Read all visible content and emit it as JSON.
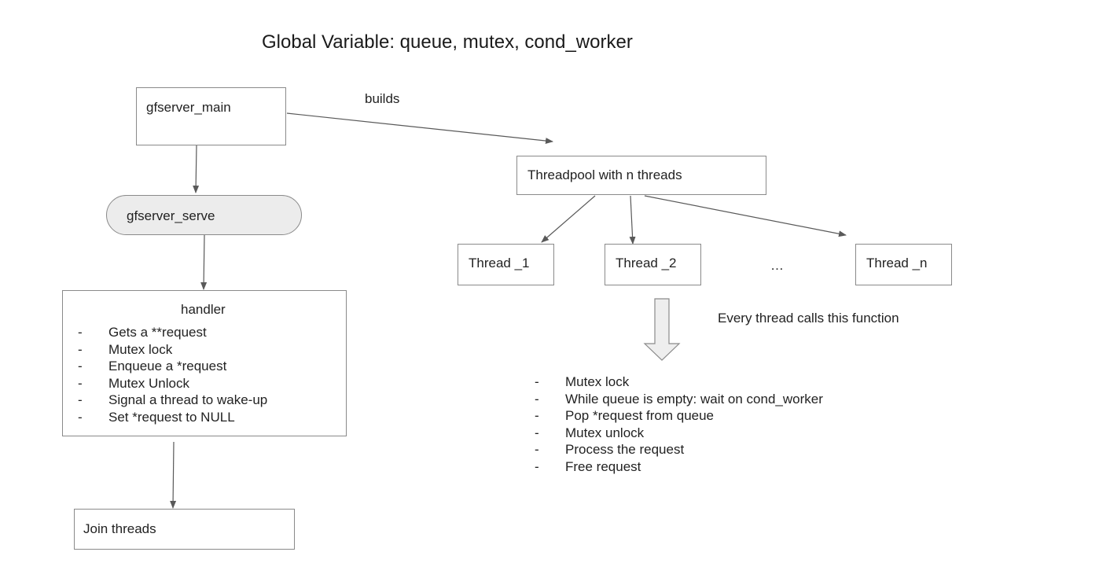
{
  "title": "Global Variable: queue, mutex, cond_worker",
  "nodes": {
    "gfserver_main": "gfserver_main",
    "gfserver_serve": "gfserver_serve",
    "handler": {
      "heading": "handler",
      "items": [
        "Gets a **request",
        "Mutex lock",
        "Enqueue a *request",
        "Mutex Unlock",
        "Signal a thread to wake-up",
        "Set *request to NULL"
      ]
    },
    "join_threads": "Join threads",
    "threadpool": "Threadpool with n threads",
    "threads": [
      "Thread _1",
      "Thread _2",
      "Thread _n"
    ],
    "ellipsis": "…"
  },
  "edges": {
    "builds_label": "builds"
  },
  "worker": {
    "note": "Every thread calls this function",
    "dash": "-",
    "items": [
      "Mutex lock",
      "While queue is empty: wait on cond_worker",
      "Pop *request from queue",
      "Mutex unlock",
      "Process the request",
      "Free request"
    ]
  },
  "colors": {
    "stroke": "#8a8a8a",
    "arrow": "#595959",
    "pill_fill": "#ececec",
    "big_arrow_fill": "#eeeeee"
  }
}
